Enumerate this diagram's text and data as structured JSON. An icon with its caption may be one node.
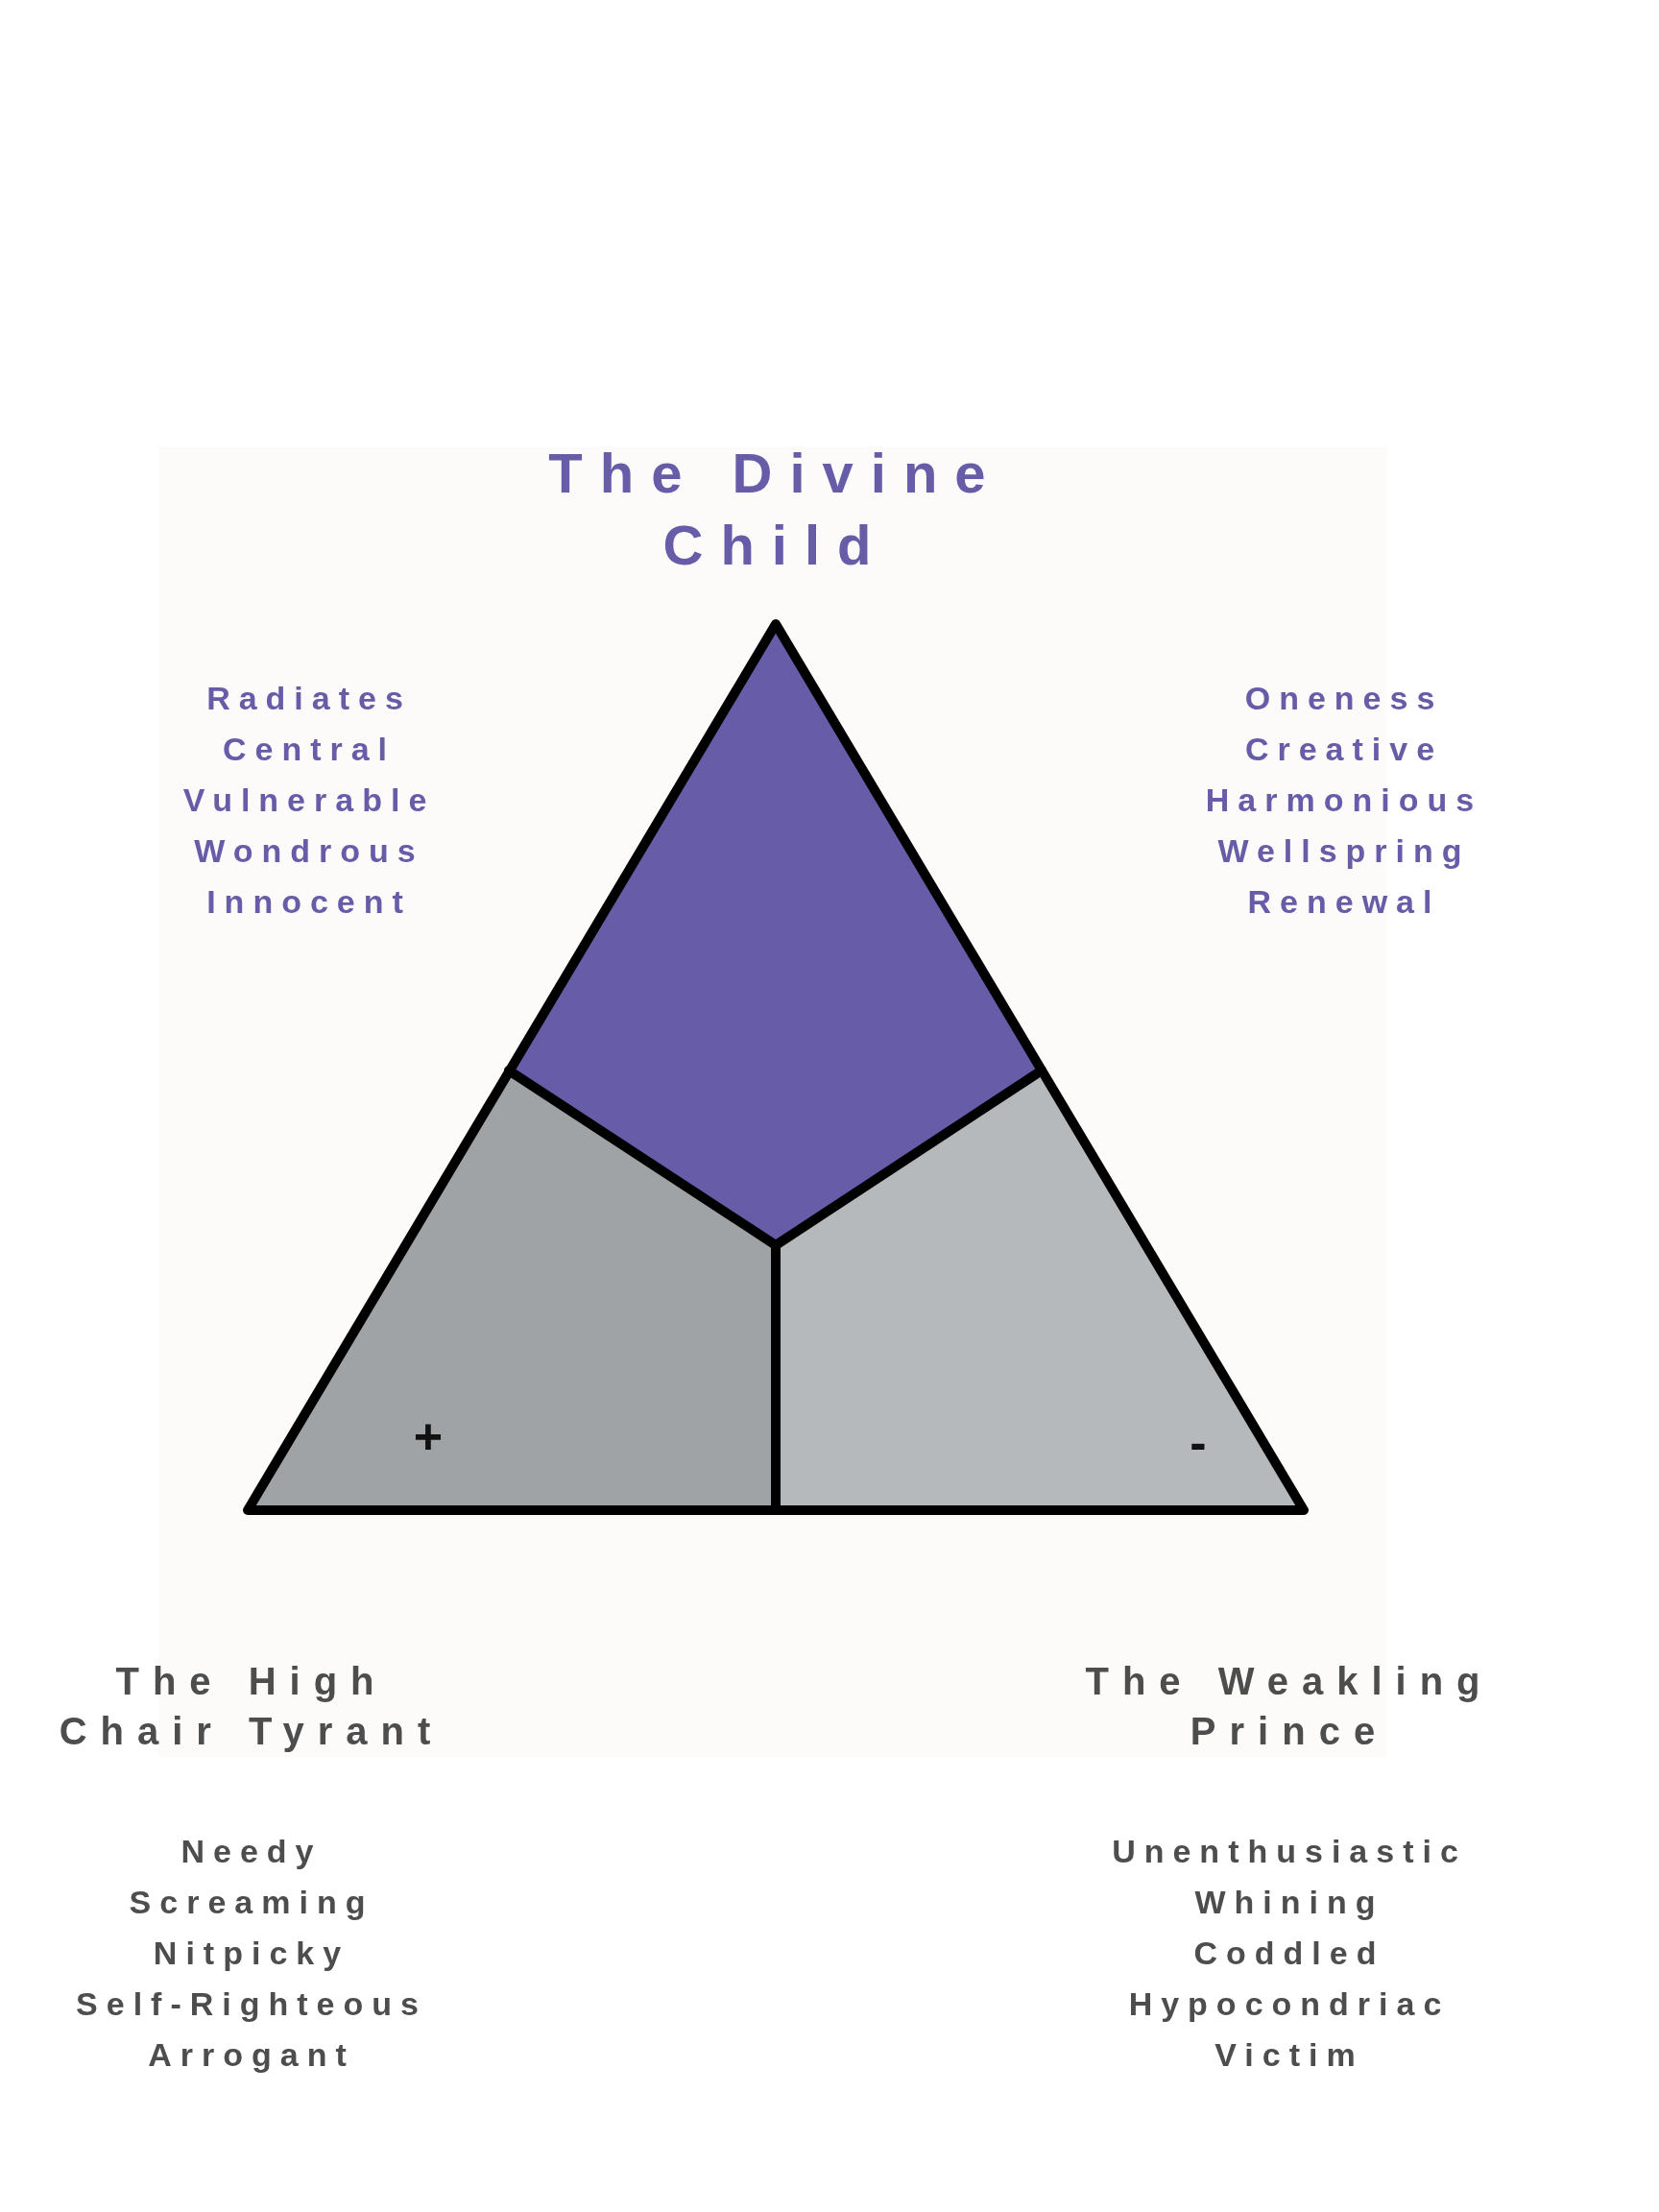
{
  "diagram": {
    "title": "The Divine Child",
    "labels": [
      "Radiates",
      "Central",
      "Vulnerable",
      "Wondrous",
      "Innocent",
      "Oneness",
      "Creative",
      "Harmonious",
      "Wellspring",
      "Renewal",
      "+",
      "-",
      "The High Chair Tyrant",
      "The Weakling Prince",
      "Needy",
      "Screaming",
      "Nitpicky",
      "Self-Righteous",
      "Arrogant",
      "Unenthusiastic",
      "Whining",
      "Coddled",
      "Hypocondriac",
      "Victim"
    ]
  }
}
